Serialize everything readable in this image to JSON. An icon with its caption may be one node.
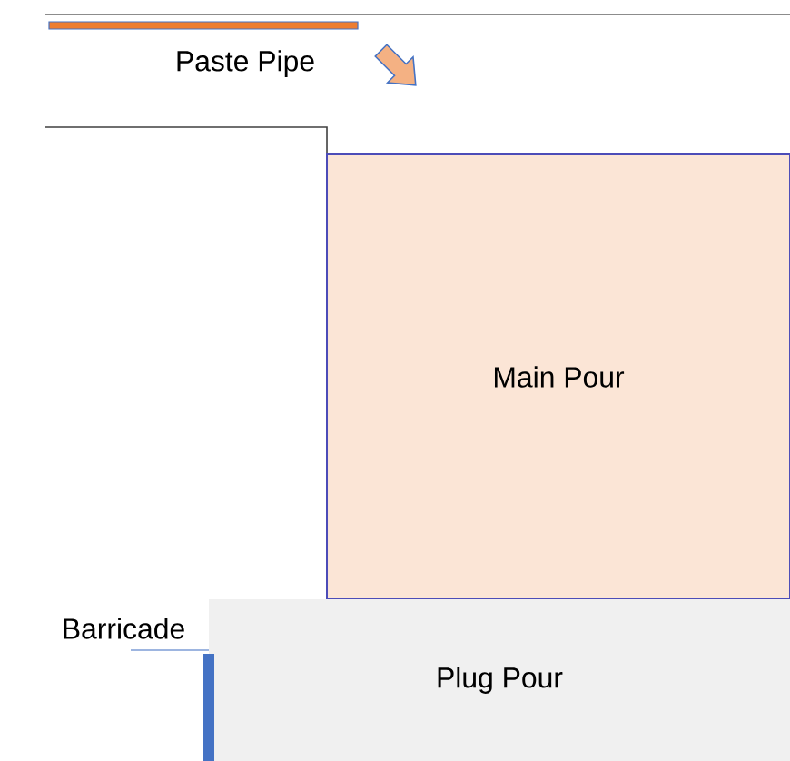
{
  "diagram": {
    "nodes": [
      {
        "text": [
          "Main Pour"
        ]
      },
      {
        "text": [
          "Plug Pour"
        ]
      }
    ],
    "labels": [
      "Paste Pipe",
      "Barricade"
    ]
  }
}
